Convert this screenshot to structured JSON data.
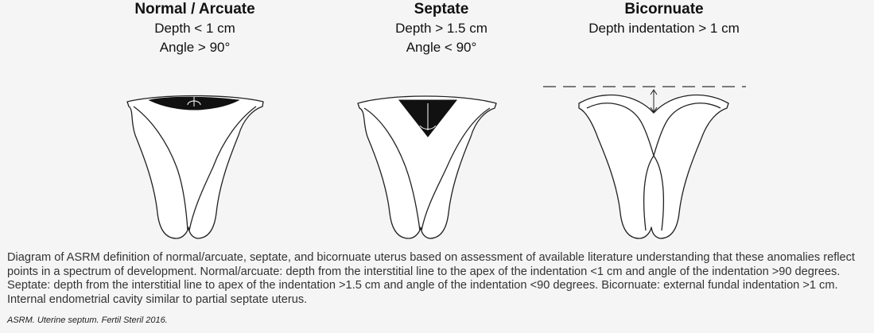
{
  "panels": [
    {
      "title": "Normal / Arcuate",
      "line1": "Depth  < 1 cm",
      "line2": "Angle > 90°"
    },
    {
      "title": "Septate",
      "line1": "Depth  > 1.5 cm",
      "line2": "Angle < 90°"
    },
    {
      "title": "Bicornuate",
      "line1": "Depth  indentation > 1 cm",
      "line2": ""
    }
  ],
  "caption": "Diagram of ASRM definition of normal/arcuate, septate, and bicornuate uterus based on assessment of available literature understanding that these anomalies reflect points in a spectrum of development. Normal/arcuate: depth from the interstitial line to the apex of the indentation <1 cm and angle of the indentation >90 degrees. Septate: depth from the interstitial line to apex of the indentation >1.5 cm and angle of the indentation <90 degrees. Bicornuate: external fundal indentation >1 cm. Internal endometrial cavity similar to partial septate uterus.",
  "citation": "ASRM. Uterine septum. Fertil Steril 2016."
}
